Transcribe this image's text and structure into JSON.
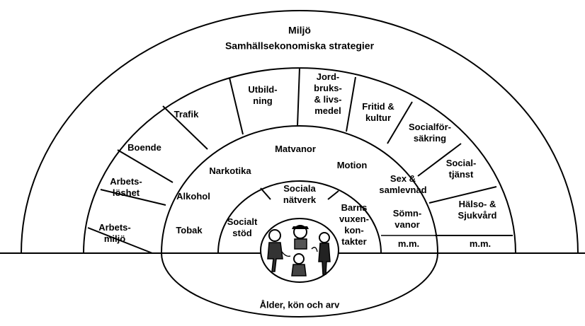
{
  "outer": {
    "title": "Miljö",
    "subtitle": "Samhällsekonomiska strategier"
  },
  "society_ring": [
    [
      "Arbets-",
      "miljö"
    ],
    [
      "Arbets-",
      "löshet"
    ],
    [
      "Boende"
    ],
    [
      "Trafik"
    ],
    [
      "Utbild-",
      "ning"
    ],
    [
      "Jord-",
      "bruks-",
      "& livs-",
      "medel"
    ],
    [
      "Fritid &",
      "kultur"
    ],
    [
      "Socialför-",
      "säkring"
    ],
    [
      "Social-",
      "tjänst"
    ],
    [
      "Hälso- &",
      "Sjukvård"
    ],
    [
      "m.m."
    ]
  ],
  "lifestyle_ring": {
    "items": [
      [
        "Tobak"
      ],
      [
        "Alkohol"
      ],
      [
        "Narkotika"
      ],
      [
        "Matvanor"
      ],
      [
        "Motion"
      ],
      [
        "Sex &",
        "samlevnad"
      ],
      [
        "Sömn-",
        "vanor"
      ],
      [
        "m.m."
      ]
    ]
  },
  "social_ring": {
    "items": [
      [
        "Socialt",
        "stöd"
      ],
      [
        "Sociala",
        "nätverk"
      ],
      [
        "Barns",
        "vuxen-",
        "kon-",
        "takter"
      ]
    ]
  },
  "core": {
    "illustration": "people-illustration",
    "label": "Ålder, kön och arv"
  }
}
